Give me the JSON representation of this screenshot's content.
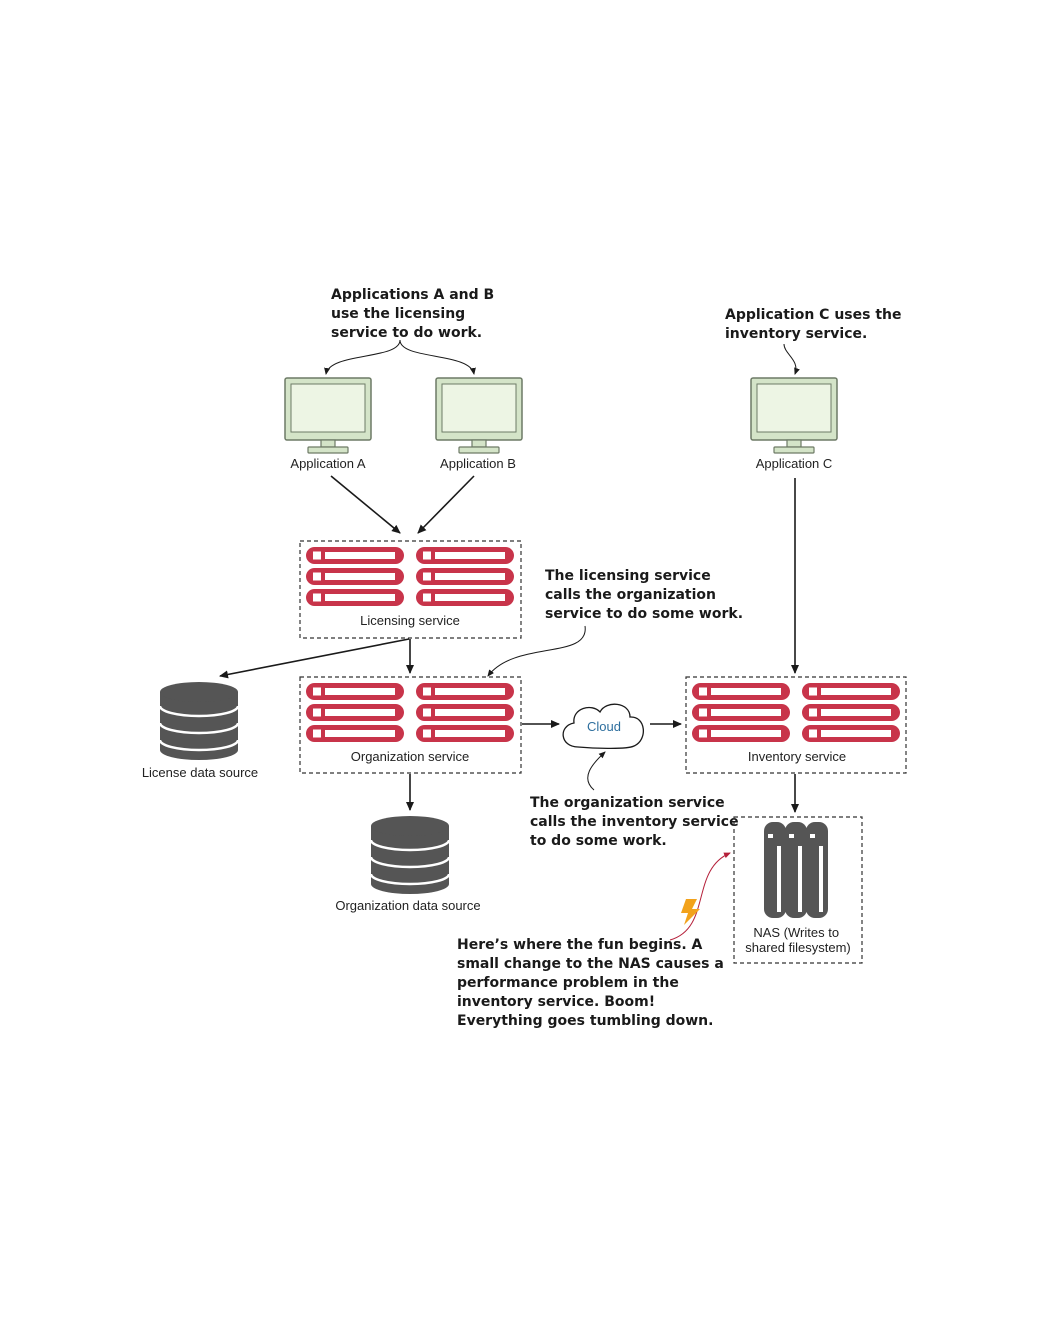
{
  "notes": {
    "apps_ab": [
      "Applications A and B",
      "use the licensing",
      "service to do work."
    ],
    "app_c": [
      "Application C uses the",
      "inventory service."
    ],
    "licensing": [
      "The licensing service",
      "calls the organization",
      "service to do some work."
    ],
    "organization": [
      "The organization service",
      "calls the inventory service",
      "to do some work."
    ],
    "fun": [
      "Here’s where the fun begins. A",
      "small change to the NAS causes a",
      "performance problem in the",
      "inventory service. Boom!",
      "Everything goes tumbling down."
    ]
  },
  "apps": {
    "a": "Application A",
    "b": "Application B",
    "c": "Application C"
  },
  "services": {
    "licensing": "Licensing service",
    "organization": "Organization service",
    "inventory": "Inventory service"
  },
  "datasources": {
    "license": "License data source",
    "organization": "Organization data source"
  },
  "cloud": "Cloud",
  "nas": [
    "NAS (Writes to",
    "shared filesystem)"
  ],
  "colors": {
    "monitor_fill": "#d4e4c8",
    "monitor_screen": "#edf5e4",
    "monitor_stroke": "#6d7a66",
    "server_red": "#c8344a",
    "db_gray": "#555555",
    "cloud_text": "#2e6f9e",
    "curve_red": "#b5203a",
    "bolt": "#f2a21b"
  }
}
